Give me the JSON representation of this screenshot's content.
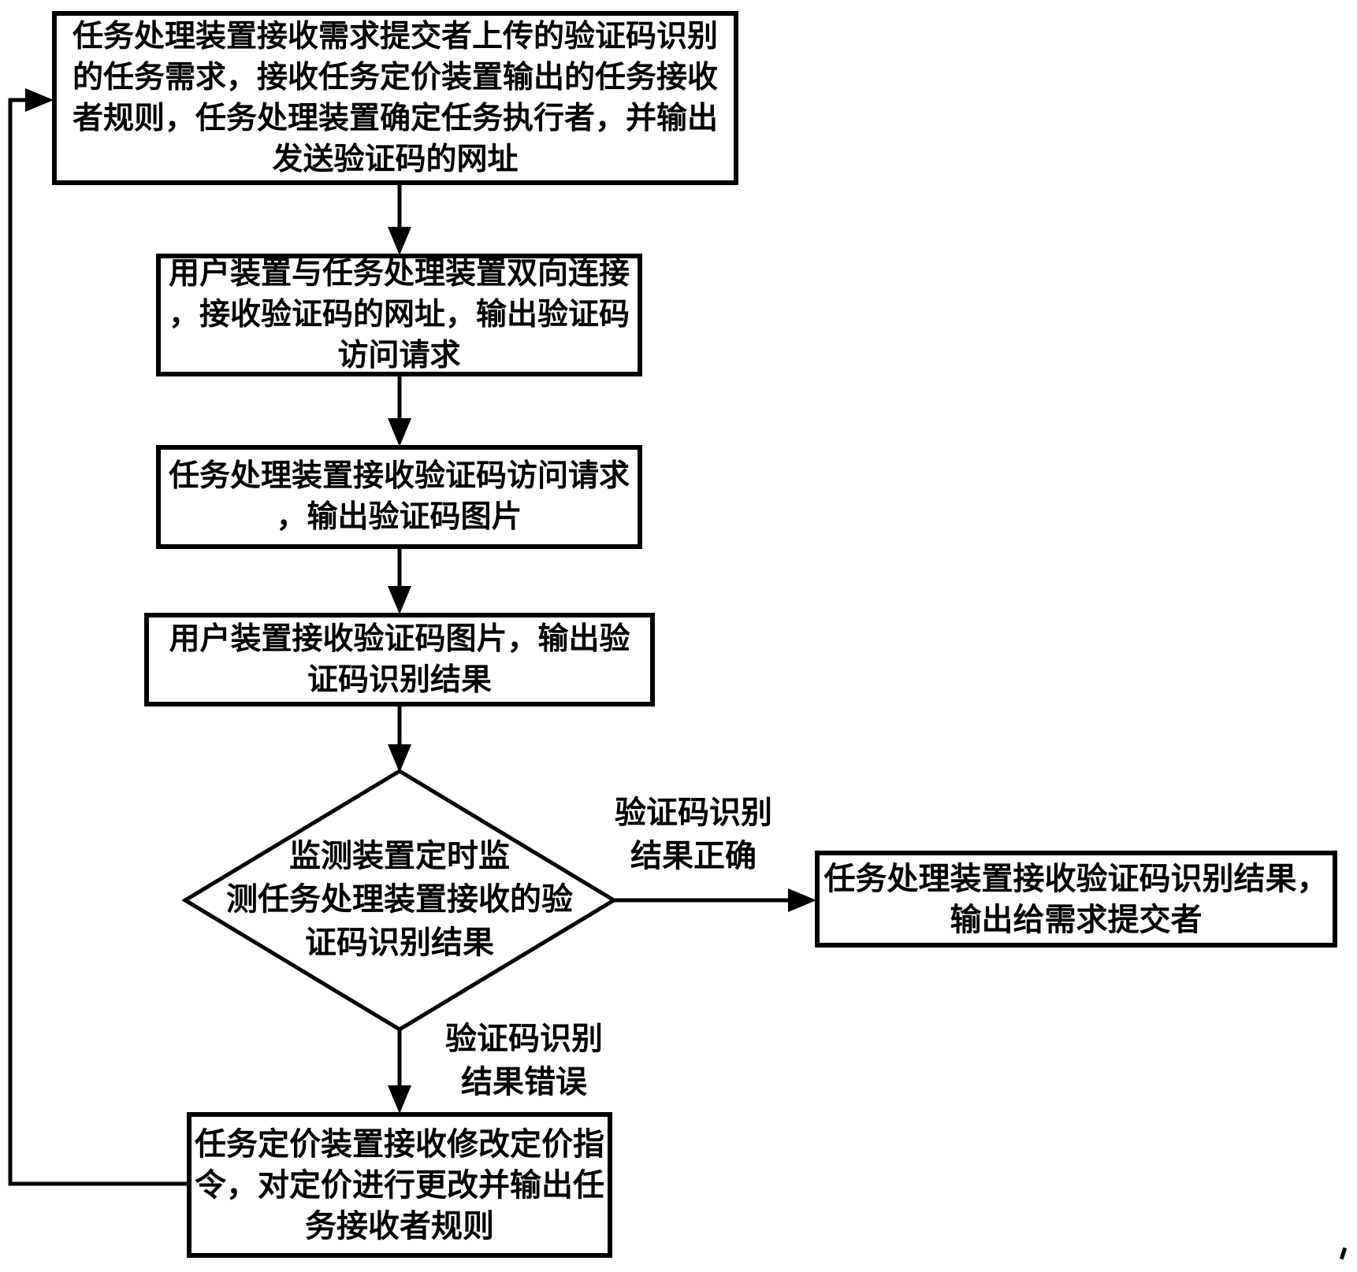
{
  "figure": {
    "background_color": "#ffffff",
    "line_color": "#000000"
  },
  "flowchart": {
    "box_receive_task": {
      "lines": [
        "任务处理装置接收需求提交者上传的验证码识别",
        "的任务需求，接收任务定价装置输出的任务接收",
        "者规则，任务处理装置确定任务执行者，并输出",
        "发送验证码的网址"
      ]
    },
    "box_user_connect": {
      "lines": [
        "用户装置与任务处理装置双向连接",
        "，接收验证码的网址，输出验证码",
        "访问请求"
      ]
    },
    "box_output_image": {
      "lines": [
        "任务处理装置接收验证码访问请求",
        "，输出验证码图片"
      ]
    },
    "box_user_recognize": {
      "lines": [
        "用户装置接收验证码图片，输出验",
        "证码识别结果"
      ]
    },
    "decision_monitor": {
      "lines": [
        "监测装置定时监",
        "测任务处理装置接收的验",
        "证码识别结果"
      ]
    },
    "label_correct": {
      "lines": [
        "验证码识别",
        "结果正确"
      ]
    },
    "label_wrong": {
      "lines": [
        "验证码识别",
        "结果错误"
      ]
    },
    "box_output_submitter": {
      "lines": [
        "任务处理装置接收验证码识别结果，",
        "输出给需求提交者"
      ]
    },
    "box_pricing_update": {
      "lines": [
        "任务定价装置接收修改定价指",
        "令，对定价进行更改并输出任",
        "务接收者规则"
      ]
    }
  }
}
